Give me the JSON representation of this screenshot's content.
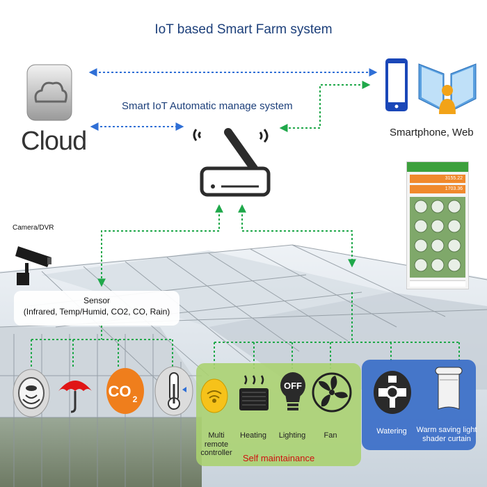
{
  "title": "IoT based Smart Farm system",
  "subtitle": "Smart IoT Automatic manage system",
  "cloud": {
    "label": "Cloud",
    "icon": "cloud-icon"
  },
  "client": {
    "label": "Smartphone, Web",
    "icons": [
      "smartphone-icon",
      "web-icon"
    ]
  },
  "hub": {
    "icon": "iot-hub-icon"
  },
  "camera": {
    "label": "Camera/DVR",
    "icon": "cctv-camera-icon"
  },
  "sensor": {
    "title": "Sensor",
    "detail": "(Infrared, Temp/Humid, CO2, CO, Rain)"
  },
  "sensors": [
    {
      "icon": "infrared-sensor-icon"
    },
    {
      "icon": "rain-umbrella-icon"
    },
    {
      "icon": "co2-icon",
      "text": "CO",
      "sub": "2"
    },
    {
      "icon": "thermometer-icon"
    }
  ],
  "self_maintenance": {
    "title": "Self maintainance",
    "items": [
      {
        "label": "Multi remote controller",
        "icon": "remote-controller-icon"
      },
      {
        "label": "Heating",
        "icon": "heater-icon"
      },
      {
        "label": "Lighting",
        "icon": "light-bulb-icon",
        "badge": "OFF"
      },
      {
        "label": "Fan",
        "icon": "fan-icon"
      }
    ]
  },
  "actuators": [
    {
      "label": "Watering",
      "icon": "water-valve-icon"
    },
    {
      "label": "Warm saving light shader curtain",
      "icon": "curtain-icon"
    }
  ],
  "app": {
    "value1": "3155.22",
    "value2": "1703.36"
  },
  "colors": {
    "title": "#1c3f7a",
    "blue_link": "#2f6fd6",
    "green_link": "#1fa84a",
    "green_panel": "#aad26e",
    "blue_panel": "#3a6ec8",
    "red_text": "#d01010"
  }
}
